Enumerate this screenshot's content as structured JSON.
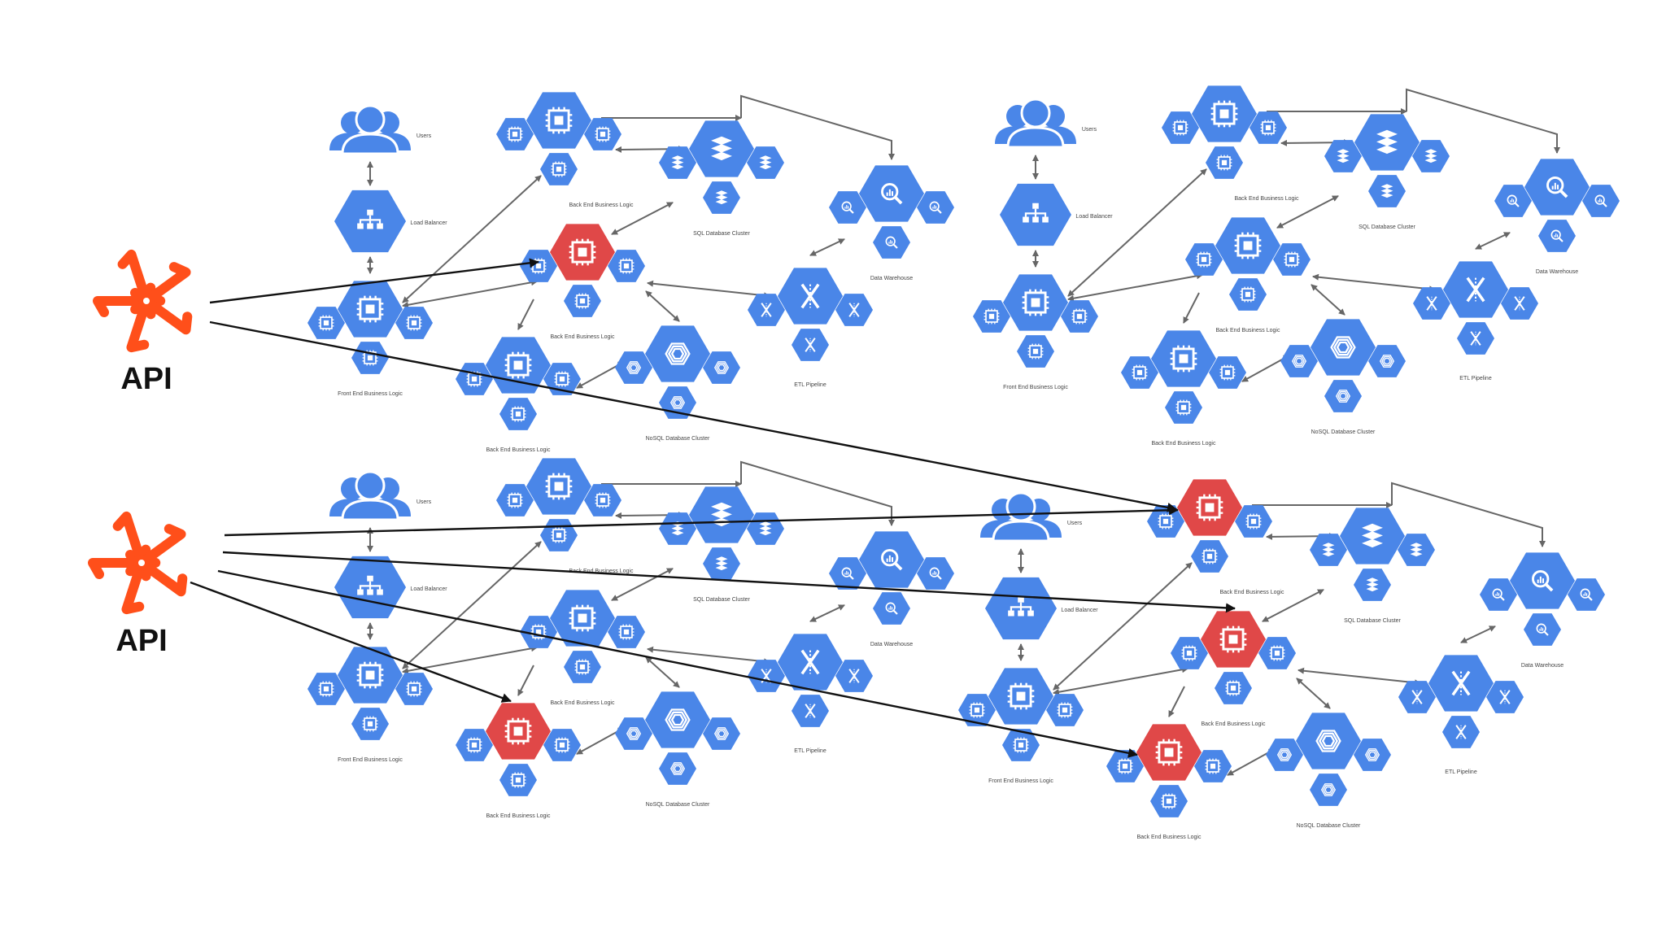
{
  "api_label": "API",
  "labels": {
    "users": "Users",
    "load_balancer": "Load Balancer",
    "front_end": "Front End Business Logic",
    "back_end": "Back End Business Logic",
    "sql": "SQL Database Cluster",
    "nosql": "NoSQL Database Cluster",
    "etl": "ETL Pipeline",
    "warehouse": "Data Warehouse"
  },
  "colors": {
    "node_blue": "#4a86e8",
    "node_red": "#e04848",
    "api_orange": "#ff4f1a",
    "edge_gray": "#666666",
    "api_edge": "#111111"
  },
  "icons": {
    "users": "users-icon",
    "load_balancer": "load-balancer-icon",
    "compute": "chip-icon",
    "sql": "database-stack-icon",
    "nosql": "nosql-icon",
    "etl": "etl-pipeline-icon",
    "warehouse": "query-search-icon",
    "api": "api-logo-icon"
  },
  "clusters": [
    {
      "id": "top-left",
      "highlighted": []
    },
    {
      "id": "top-right",
      "highlighted": []
    },
    {
      "id": "bottom-left",
      "highlighted": []
    },
    {
      "id": "bottom-right",
      "highlighted": []
    }
  ]
}
